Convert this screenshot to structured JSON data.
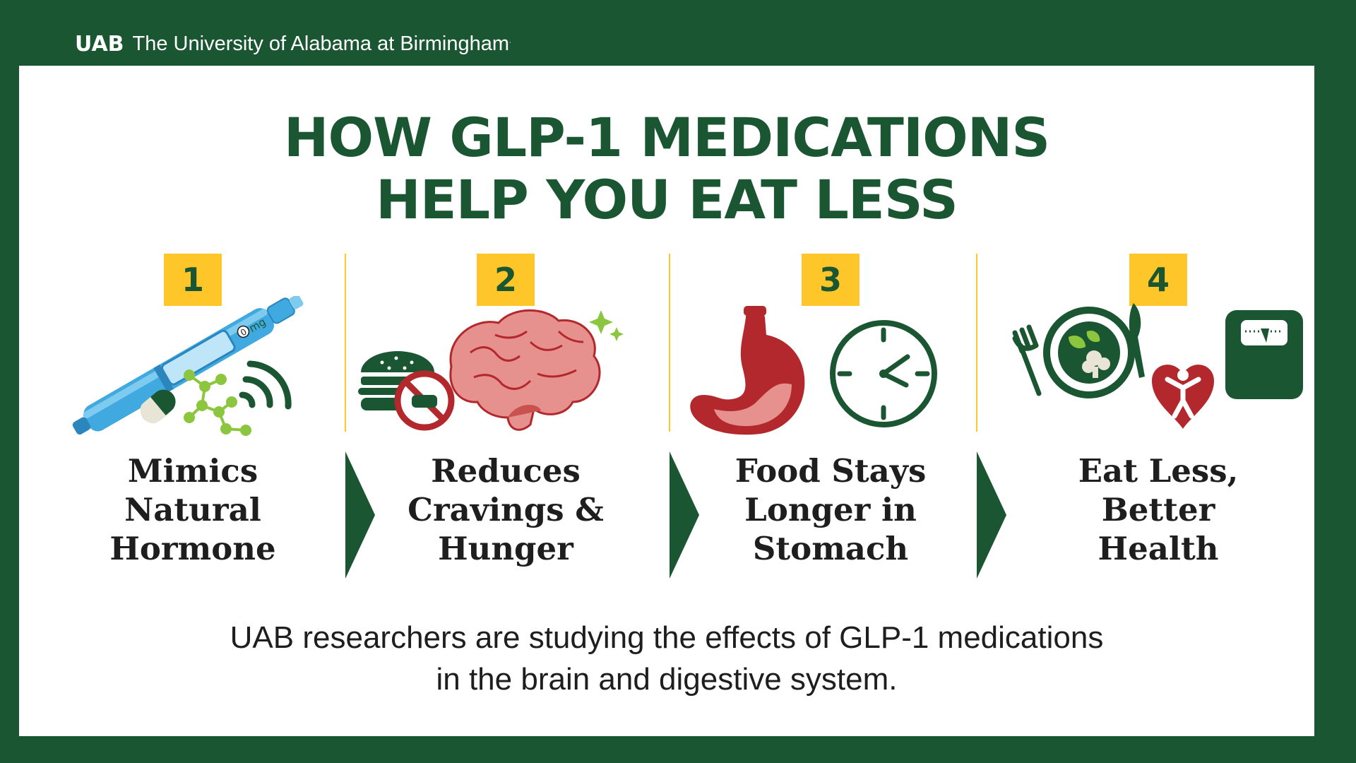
{
  "header": {
    "logo_text": "UAB",
    "org_name": "The University of Alabama at Birmingham",
    "trademark": "."
  },
  "title": {
    "line1": "HOW GLP-1 MEDICATIONS",
    "line2": "HELP YOU EAT LESS"
  },
  "steps": [
    {
      "number": "1",
      "caption_lines": [
        "Mimics",
        "Natural",
        "Hormone"
      ],
      "icons": [
        "injection-pen-icon",
        "capsule-icon",
        "molecule-icon",
        "signal-waves-icon"
      ],
      "pen_dose_label": "0",
      "pen_unit_label": "mg"
    },
    {
      "number": "2",
      "caption_lines": [
        "Reduces",
        "Cravings &",
        "Hunger"
      ],
      "icons": [
        "burger-icon",
        "no-symbol-icon",
        "brain-icon",
        "sparkle-icon"
      ]
    },
    {
      "number": "3",
      "caption_lines": [
        "Food Stays",
        "Longer in",
        "Stomach"
      ],
      "icons": [
        "stomach-icon",
        "clock-icon"
      ]
    },
    {
      "number": "4",
      "caption_lines": [
        "Eat Less,",
        "Better",
        "Health"
      ],
      "icons": [
        "fork-icon",
        "plate-icon",
        "knife-icon",
        "heart-person-icon",
        "scale-icon"
      ]
    }
  ],
  "footer": {
    "line1": "UAB researchers are studying the effects of GLP-1 medications",
    "line2": "in the brain and digestive system."
  },
  "colors": {
    "brand_green": "#1b5632",
    "accent_yellow": "#ffc629",
    "icon_red": "#b3282d",
    "icon_lime": "#8cc63f",
    "pen_blue": "#3fa9e0",
    "brain_pink": "#e6918d"
  }
}
